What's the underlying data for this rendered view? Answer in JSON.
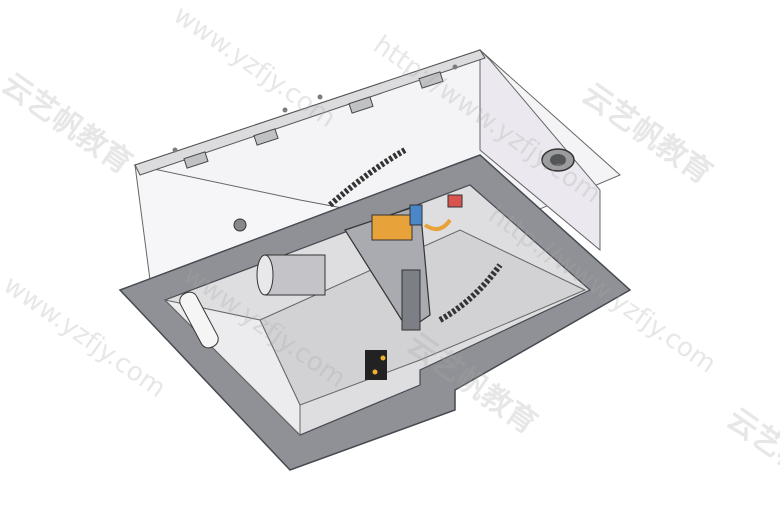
{
  "watermark": {
    "brand": "云艺帆教育",
    "url": "www.yzfjy.com",
    "url_http": "http://www.yzfjy.com",
    "color": "#aaaaaa"
  },
  "model": {
    "kind": "CAD isometric render of a sheet-metal housing with internal slide mechanism",
    "colors": {
      "frame": "#8f9196",
      "frame_edge": "#555a60",
      "panel": "#f3f3f5",
      "panel_back": "#e9e6ee",
      "inner_floor": "#d9d9db",
      "accent_orange": "#e8a23a",
      "accent_blue": "#4b86c9",
      "accent_red": "#d9534f"
    }
  }
}
